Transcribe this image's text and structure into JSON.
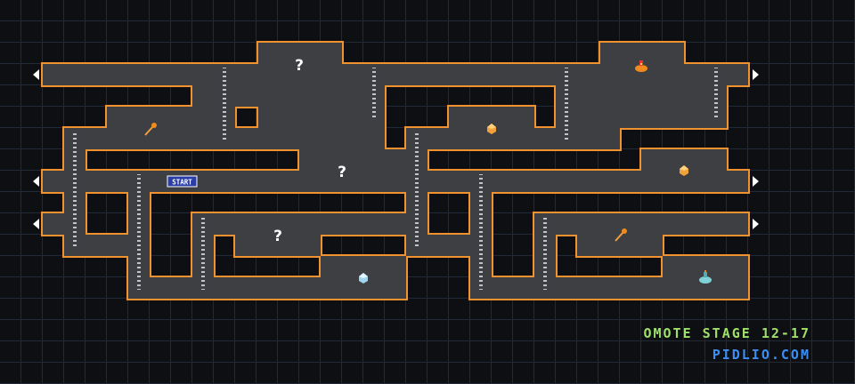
{
  "stage_title": "OMOTE STAGE 12-17",
  "site_name": "PIDLIO.COM",
  "start_label": "START",
  "mystery_symbol": "?",
  "colors": {
    "background": "#0d0f13",
    "grid": "#222a36",
    "corridor_fill": "#3e3f43",
    "wall_outline": "#f0922e",
    "ladder": "#bfc4cc",
    "start_badge": "#2b3ea8",
    "stage_title_color": "#9ee06a",
    "site_name_color": "#3d8ef0"
  },
  "items": [
    {
      "name": "mystery-box",
      "icon": "question-mark-icon"
    },
    {
      "name": "mystery-box",
      "icon": "question-mark-icon"
    },
    {
      "name": "mystery-box",
      "icon": "question-mark-icon"
    },
    {
      "name": "orange-potion",
      "icon": "potion-icon"
    },
    {
      "name": "orange-gem",
      "icon": "gem-icon"
    },
    {
      "name": "orange-gem",
      "icon": "gem-icon"
    },
    {
      "name": "blue-gem",
      "icon": "gem-icon"
    },
    {
      "name": "blue-potion",
      "icon": "potion-icon"
    },
    {
      "name": "magic-wand",
      "icon": "wand-icon"
    },
    {
      "name": "magic-wand",
      "icon": "wand-icon"
    }
  ],
  "exits": [
    "left",
    "left",
    "left",
    "right",
    "right",
    "right"
  ]
}
